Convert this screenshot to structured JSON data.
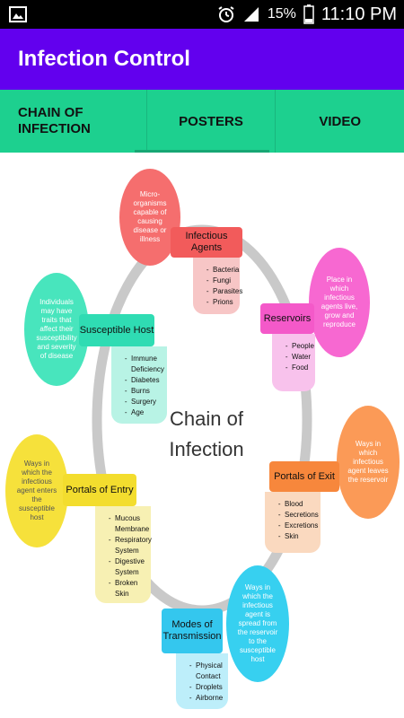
{
  "status": {
    "battery": "15%",
    "time": "11:10 PM"
  },
  "appbar": {
    "title": "Infection Control"
  },
  "tabs": [
    {
      "label": "CHAIN OF\nINFECTION"
    },
    {
      "label": "POSTERS"
    },
    {
      "label": "VIDEO"
    }
  ],
  "diagram": {
    "center": "Chain of Infection",
    "nodes": {
      "infectious_agents": {
        "bubble": "Micro-organisms capable of causing disease or illness",
        "title": "Infectious Agents",
        "items": [
          "Bacteria",
          "Fungi",
          "Parasites",
          "Prions"
        ],
        "colors": {
          "bubble": "#f56e6e",
          "head": "#f25b5b",
          "list": "#f7c6c6"
        }
      },
      "reservoirs": {
        "bubble": "Place in which infectious agents live, grow and reproduce",
        "title": "Reservoirs",
        "items": [
          "People",
          "Water",
          "Food"
        ],
        "colors": {
          "bubble": "#f768d1",
          "head": "#f459c9",
          "list": "#f8c2ec"
        }
      },
      "portals_of_exit": {
        "bubble": "Ways in which infectious agent leaves the reservoir",
        "title": "Portals of Exit",
        "items": [
          "Blood",
          "Secretions",
          "Excretions",
          "Skin"
        ],
        "colors": {
          "bubble": "#fb9a57",
          "head": "#f7873c",
          "list": "#fad9bf"
        }
      },
      "modes_of_transmission": {
        "bubble": "Ways in which the infectious agent is spread from the reservoir to the susceptible host",
        "title": "Modes of Transmission",
        "items": [
          "Physical Contact",
          "Droplets",
          "Airborne"
        ],
        "colors": {
          "bubble": "#37d0f0",
          "head": "#34c7ee",
          "list": "#bdeefa"
        }
      },
      "portals_of_entry": {
        "bubble": "Ways in which the infectious agent enters the susceptible host",
        "title": "Portals of Entry",
        "items": [
          "Mucous Membrane",
          "Respiratory System",
          "Digestive System",
          "Broken Skin"
        ],
        "colors": {
          "bubble": "#f6e13b",
          "head": "#f3dd2e",
          "list": "#f7f0b3"
        }
      },
      "susceptible_host": {
        "bubble": "Individuals may have traits that affect their susceptibility and severity of disease",
        "title": "Susceptible Host",
        "items": [
          "Immune Deficiency",
          "Diabetes",
          "Burns",
          "Surgery",
          "Age"
        ],
        "colors": {
          "bubble": "#48e5bd",
          "head": "#2fdcb3",
          "list": "#b8f3e5"
        }
      }
    }
  },
  "colors": {
    "appbar": "#6200ee",
    "tabs": "#1dd08f",
    "ring": "#c9c9c9"
  }
}
